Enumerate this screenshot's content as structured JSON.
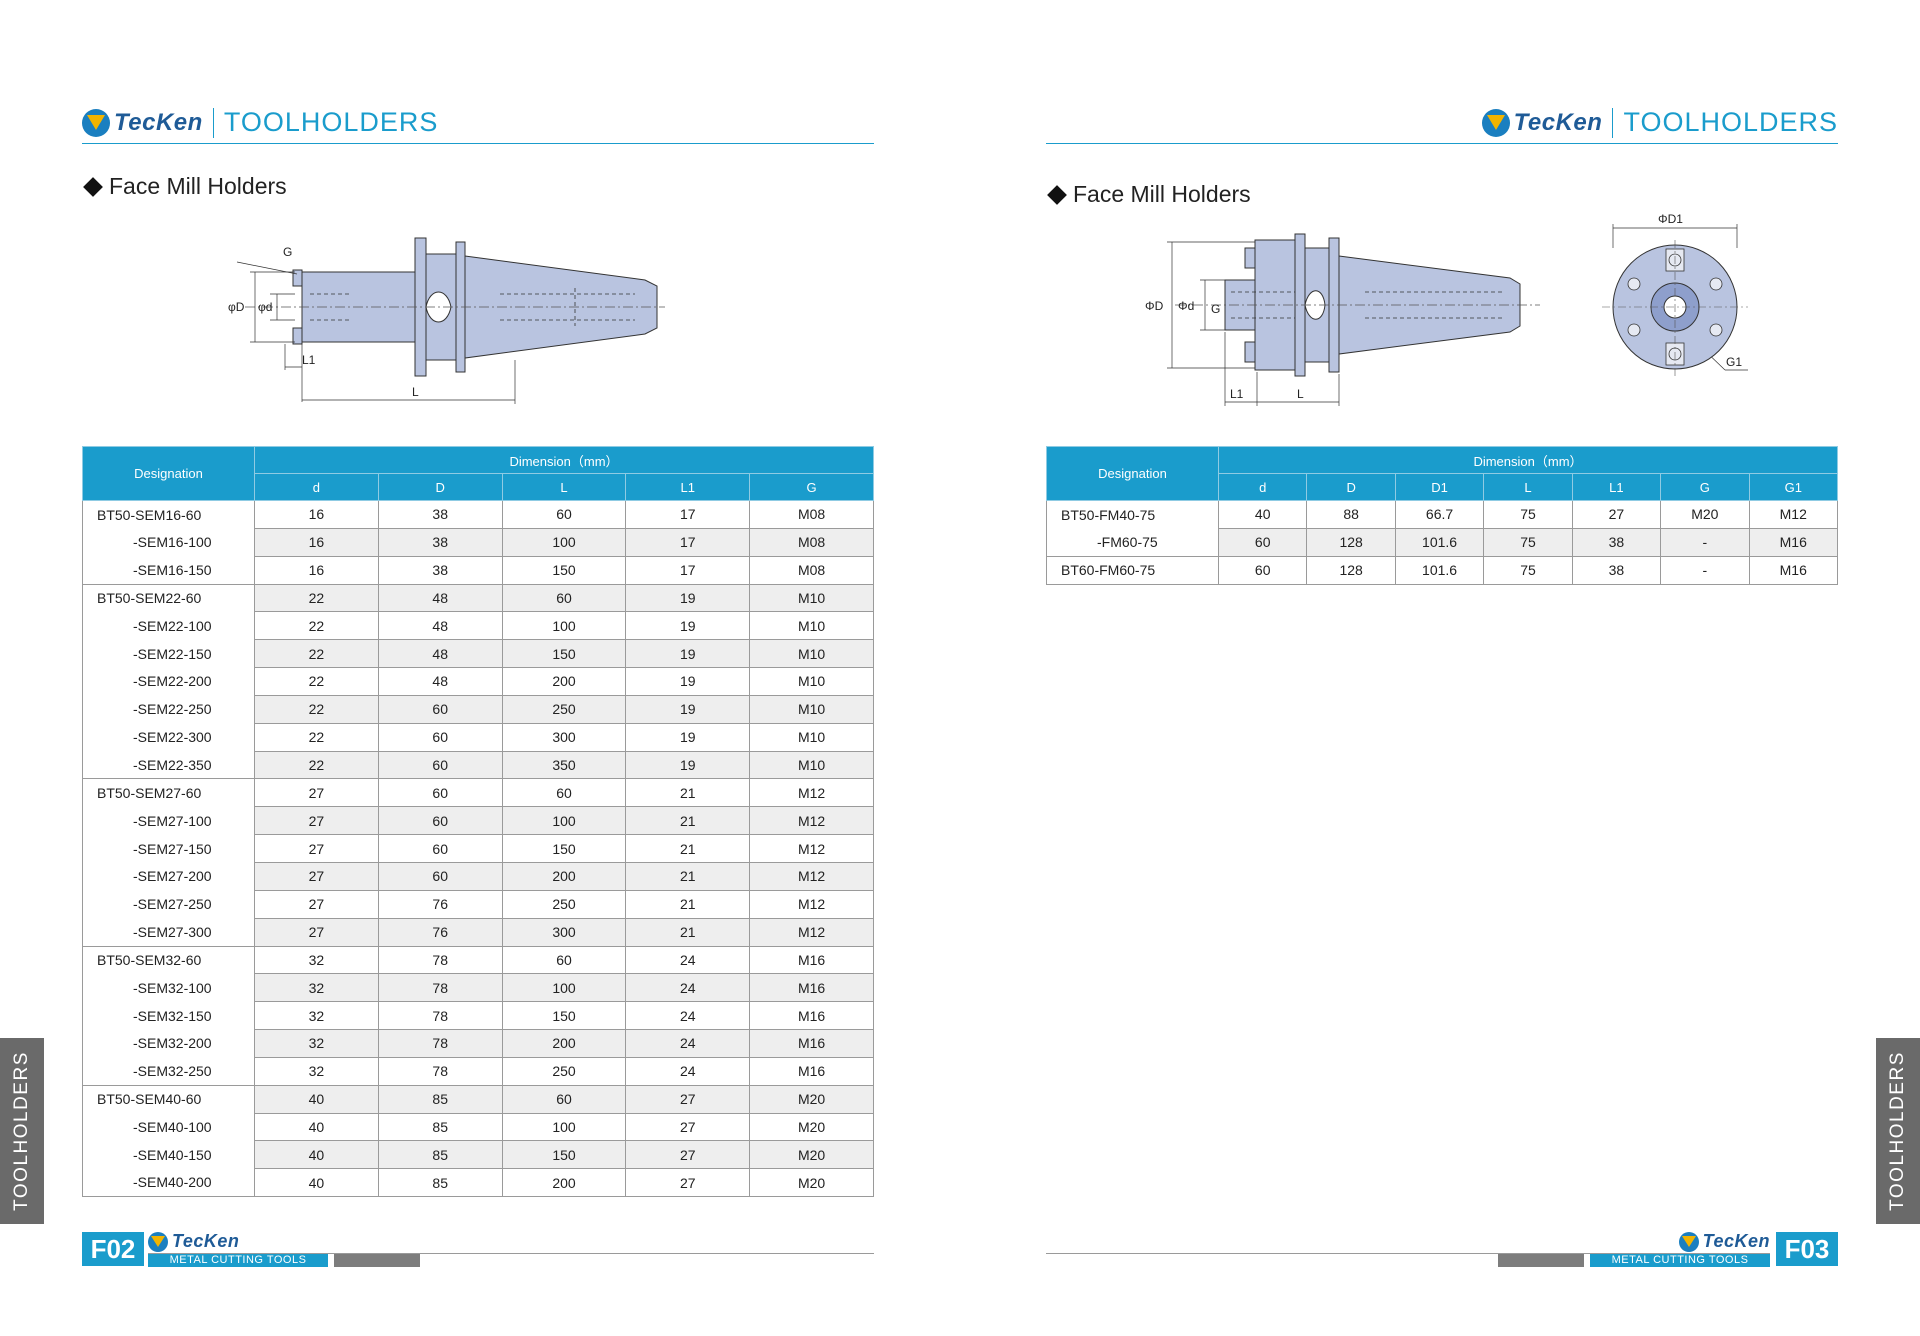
{
  "brand": {
    "logo_text": "TecKen",
    "section": "TOOLHOLDERS",
    "footer_caption": "METAL CUTTING TOOLS",
    "side_tab": "TOOLHOLDERS"
  },
  "left": {
    "page_number": "F02",
    "title": "Face Mill Holders",
    "drawing_labels": {
      "G": "G",
      "phiD": "φD",
      "phid": "φd",
      "L1": "L1",
      "L": "L"
    },
    "table": {
      "designation_header": "Designation",
      "dimension_header": "Dimension（mm）",
      "columns": [
        "d",
        "D",
        "L",
        "L1",
        "G"
      ],
      "groups": [
        {
          "rows": [
            {
              "designation": "BT50-SEM16-60",
              "values": [
                "16",
                "38",
                "60",
                "17",
                "M08"
              ]
            },
            {
              "designation": "-SEM16-100",
              "values": [
                "16",
                "38",
                "100",
                "17",
                "M08"
              ]
            },
            {
              "designation": "-SEM16-150",
              "values": [
                "16",
                "38",
                "150",
                "17",
                "M08"
              ]
            }
          ]
        },
        {
          "rows": [
            {
              "designation": "BT50-SEM22-60",
              "values": [
                "22",
                "48",
                "60",
                "19",
                "M10"
              ]
            },
            {
              "designation": "-SEM22-100",
              "values": [
                "22",
                "48",
                "100",
                "19",
                "M10"
              ]
            },
            {
              "designation": "-SEM22-150",
              "values": [
                "22",
                "48",
                "150",
                "19",
                "M10"
              ]
            },
            {
              "designation": "-SEM22-200",
              "values": [
                "22",
                "48",
                "200",
                "19",
                "M10"
              ]
            },
            {
              "designation": "-SEM22-250",
              "values": [
                "22",
                "60",
                "250",
                "19",
                "M10"
              ]
            },
            {
              "designation": "-SEM22-300",
              "values": [
                "22",
                "60",
                "300",
                "19",
                "M10"
              ]
            },
            {
              "designation": "-SEM22-350",
              "values": [
                "22",
                "60",
                "350",
                "19",
                "M10"
              ]
            }
          ]
        },
        {
          "rows": [
            {
              "designation": "BT50-SEM27-60",
              "values": [
                "27",
                "60",
                "60",
                "21",
                "M12"
              ]
            },
            {
              "designation": "-SEM27-100",
              "values": [
                "27",
                "60",
                "100",
                "21",
                "M12"
              ]
            },
            {
              "designation": "-SEM27-150",
              "values": [
                "27",
                "60",
                "150",
                "21",
                "M12"
              ]
            },
            {
              "designation": "-SEM27-200",
              "values": [
                "27",
                "60",
                "200",
                "21",
                "M12"
              ]
            },
            {
              "designation": "-SEM27-250",
              "values": [
                "27",
                "76",
                "250",
                "21",
                "M12"
              ]
            },
            {
              "designation": "-SEM27-300",
              "values": [
                "27",
                "76",
                "300",
                "21",
                "M12"
              ]
            }
          ]
        },
        {
          "rows": [
            {
              "designation": "BT50-SEM32-60",
              "values": [
                "32",
                "78",
                "60",
                "24",
                "M16"
              ]
            },
            {
              "designation": "-SEM32-100",
              "values": [
                "32",
                "78",
                "100",
                "24",
                "M16"
              ]
            },
            {
              "designation": "-SEM32-150",
              "values": [
                "32",
                "78",
                "150",
                "24",
                "M16"
              ]
            },
            {
              "designation": "-SEM32-200",
              "values": [
                "32",
                "78",
                "200",
                "24",
                "M16"
              ]
            },
            {
              "designation": "-SEM32-250",
              "values": [
                "32",
                "78",
                "250",
                "24",
                "M16"
              ]
            }
          ]
        },
        {
          "rows": [
            {
              "designation": "BT50-SEM40-60",
              "values": [
                "40",
                "85",
                "60",
                "27",
                "M20"
              ]
            },
            {
              "designation": "-SEM40-100",
              "values": [
                "40",
                "85",
                "100",
                "27",
                "M20"
              ]
            },
            {
              "designation": "-SEM40-150",
              "values": [
                "40",
                "85",
                "150",
                "27",
                "M20"
              ]
            },
            {
              "designation": "-SEM40-200",
              "values": [
                "40",
                "85",
                "200",
                "27",
                "M20"
              ]
            }
          ]
        }
      ]
    }
  },
  "right": {
    "page_number": "F03",
    "title": "Face Mill Holders",
    "drawing_labels": {
      "phiD": "ΦD",
      "phid": "Φd",
      "G": "G",
      "L1": "L1",
      "L": "L",
      "phiD1": "ΦD1",
      "G1": "G1"
    },
    "table": {
      "designation_header": "Designation",
      "dimension_header": "Dimension（mm）",
      "columns": [
        "d",
        "D",
        "D1",
        "L",
        "L1",
        "G",
        "G1"
      ],
      "groups": [
        {
          "rows": [
            {
              "designation": "BT50-FM40-75",
              "values": [
                "40",
                "88",
                "66.7",
                "75",
                "27",
                "M20",
                "M12"
              ]
            },
            {
              "designation": "-FM60-75",
              "values": [
                "60",
                "128",
                "101.6",
                "75",
                "38",
                "-",
                "M16"
              ]
            }
          ]
        },
        {
          "rows": [
            {
              "designation": "BT60-FM60-75",
              "values": [
                "60",
                "128",
                "101.6",
                "75",
                "38",
                "-",
                "M16"
              ]
            }
          ]
        }
      ]
    }
  }
}
